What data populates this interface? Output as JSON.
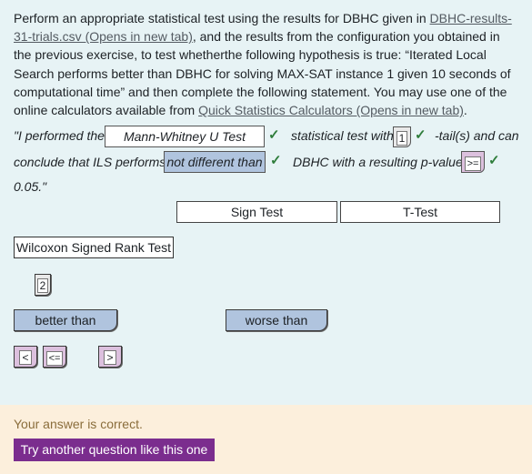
{
  "question": {
    "p1": "Perform an appropriate statistical test using the results for DBHC given in ",
    "link1": "DBHC-results-31-trials.csv (Opens in new tab)",
    "p2": ", and the results from the configuration you obtained in the previous exercise, to test whetherthe following hypothesis is true: “Iterated Local Search performs better than DBHC for solving MAX-SAT instance 1 given 10 seconds of computational time” and then complete the following statement. You may use one of the online calculators available from ",
    "link2": "Quick Statistics Calculators (Opens in new tab)",
    "p3": "."
  },
  "statement": {
    "part1": "\"I performed the",
    "drop1": "Mann-Whitney U Test",
    "part2": "statistical test with",
    "drop2": "1",
    "part3": "-tail(s) and can",
    "part4": "conclude that ILS performs",
    "drop3": "not different than",
    "part5": "DBHC with a resulting p-value",
    "drop4": ">=",
    "part6": "0.05.\"",
    "check": "✓"
  },
  "options": {
    "tests": [
      "Sign Test",
      "T-Test",
      "Wilcoxon Signed Rank Test"
    ],
    "tails": [
      "2"
    ],
    "comparisons": [
      "better than",
      "worse than"
    ],
    "operators": [
      "<",
      "<=",
      ">"
    ]
  },
  "feedback": {
    "message": "Your answer is correct.",
    "button": "Try another question like this one"
  },
  "colors": {
    "background": "#e7f3f5",
    "correct_check": "#2f7d3b",
    "chip_blue": "#b0c4de",
    "chip_pink": "#dcc0de",
    "feedback_bg": "#fcefdc",
    "button_bg": "#7b2d8e"
  }
}
